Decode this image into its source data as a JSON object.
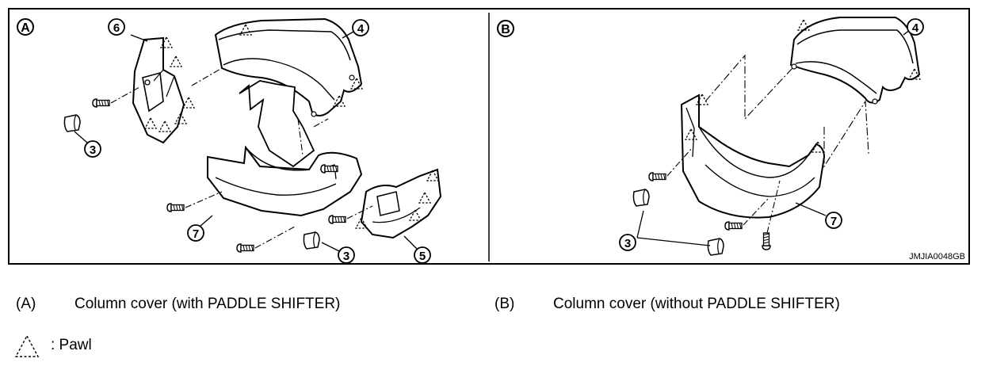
{
  "figure": {
    "panel_a_label": "A",
    "panel_b_label": "B",
    "callouts_a": [
      "6",
      "4",
      "3",
      "7",
      "3",
      "5"
    ],
    "callouts_b": [
      "4",
      "3",
      "7"
    ],
    "diagram_code": "JMJIA0048GB"
  },
  "legend": {
    "a_key": "(A)",
    "a_text": "Column cover (with PADDLE SHIFTER)",
    "b_key": "(B)",
    "b_text": "Column cover (without PADDLE SHIFTER)",
    "pawl_text": ": Pawl"
  },
  "icons": {
    "pawl": "dashed-triangle-icon",
    "screw": "screw-icon",
    "clip": "clip-icon"
  },
  "colors": {
    "line": "#000000",
    "background": "#ffffff"
  }
}
